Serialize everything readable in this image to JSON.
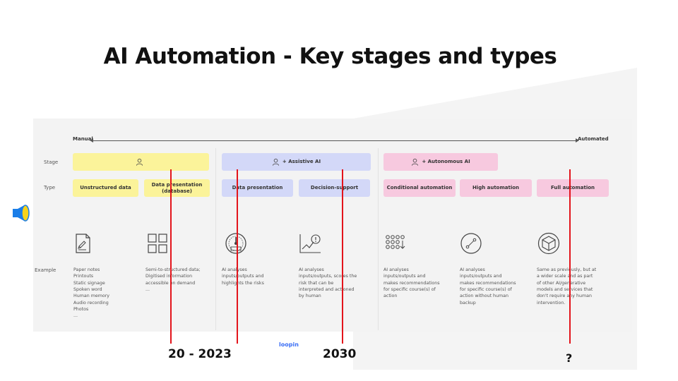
{
  "title": "AI Automation - Key stages and types",
  "axis": {
    "left_label": "Manual",
    "right_label": "Automated"
  },
  "row_labels": {
    "stage": "Stage",
    "type": "Type",
    "example": "Example"
  },
  "stages": [
    {
      "label": "",
      "color": "#fbf39a",
      "icon": "person-icon"
    },
    {
      "label": "+ Assistive AI",
      "color": "#d3d8f8",
      "icon": "person-icon"
    },
    {
      "label": "+ Autonomous AI",
      "color": "#f7c9df",
      "icon": "person-icon"
    }
  ],
  "types": [
    "Unstructured data",
    "Data presentation\n(database)",
    "Data presentation",
    "Decision-support",
    "Conditional automation",
    "High automation",
    "Full automation"
  ],
  "examples": [
    {
      "icon": "document-icon",
      "text": "Paper notes\nPrintouts\nStatic signage\nSpoken word\nHuman memory\nAudio recording\nPhotos\n..."
    },
    {
      "icon": "grid-icon",
      "text": "Semi-to-structured data;\nDigitised information\naccessible on demand\n..."
    },
    {
      "icon": "gauge-icon",
      "text": "AI analyses\ninputs/outputs and\nhighlights the risks"
    },
    {
      "icon": "chart-alert-icon",
      "text": "AI analyses\ninputs/outputs, scores the\nrisk that can be\ninterpreted and actioned\nby human"
    },
    {
      "icon": "dots-grid-icon",
      "text": "AI analyses\ninputs/outputs and\nmakes recommendations\nfor specific course(s) of\naction"
    },
    {
      "icon": "circle-link-icon",
      "text": "AI analyses\ninputs/outputs and\nmakes recommendations\nfor specific course(s) of\naction without human\nbackup"
    },
    {
      "icon": "cube-icon",
      "text": "Same as previously, but at\na wider scale and as part\nof other AI/generative\nmodels and services that\ndon't require any human\nintervention."
    }
  ],
  "markers": [
    {
      "label": "20 - 2023",
      "color": "#e3141b"
    },
    {
      "label": "2030",
      "color": "#e3141b"
    },
    {
      "label": "?",
      "color": "#e3141b"
    }
  ],
  "brand": "loopin"
}
